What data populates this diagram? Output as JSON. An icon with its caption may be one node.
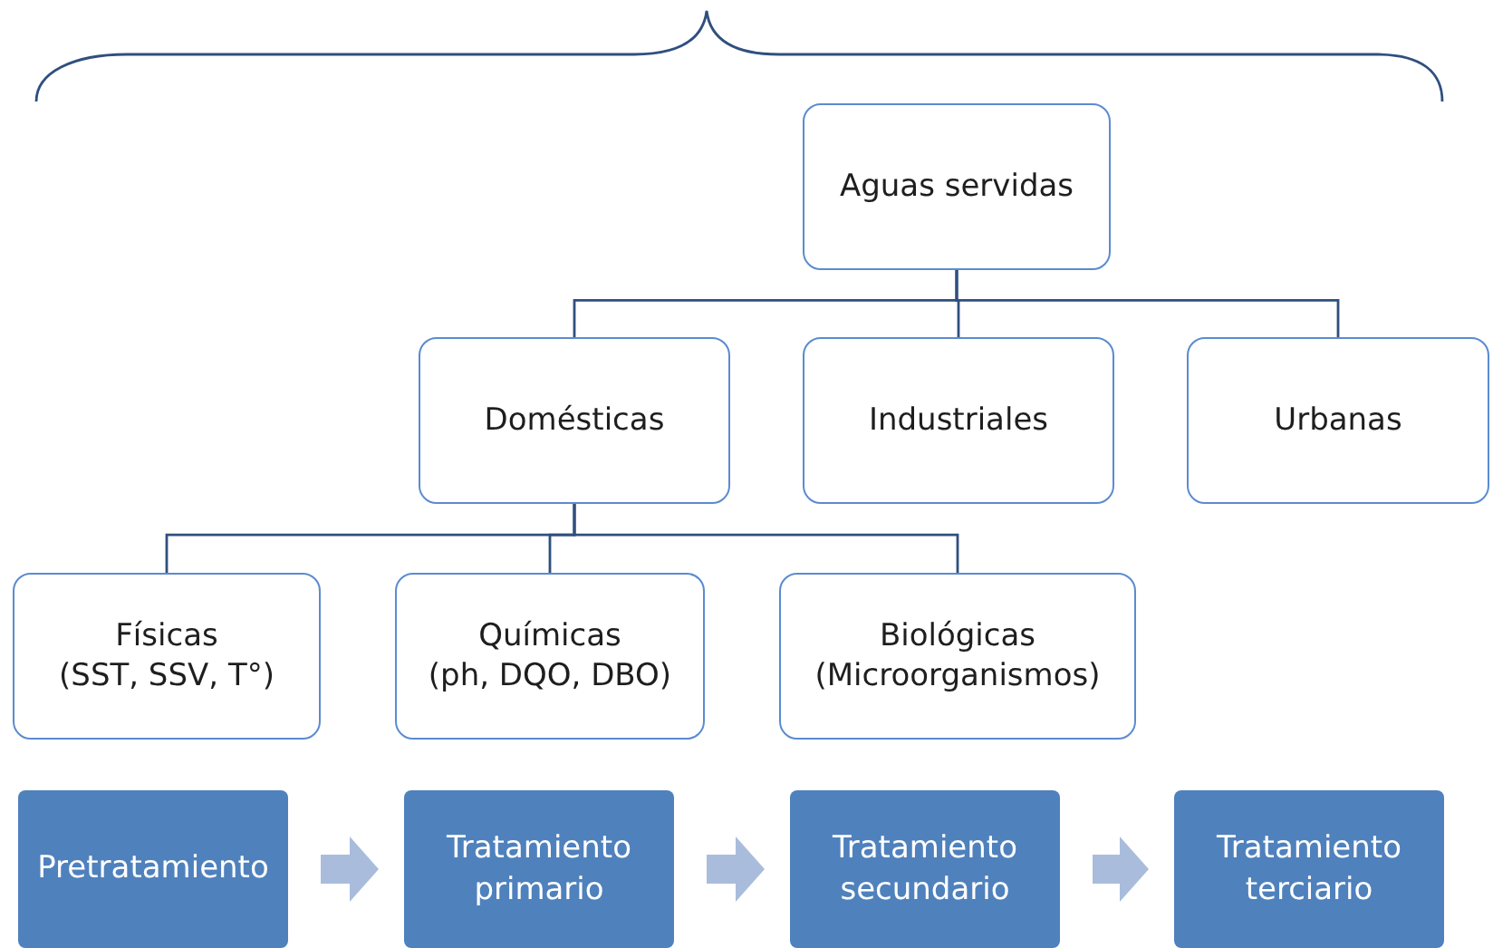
{
  "diagram": {
    "nodes": [
      {
        "text": [
          "Aguas servidas"
        ]
      },
      {
        "text": [
          "Domésticas"
        ]
      },
      {
        "text": [
          "Industriales"
        ]
      },
      {
        "text": [
          "Urbanas"
        ]
      },
      {
        "text": [
          "Físicas",
          "(SST, SSV, T°)"
        ]
      },
      {
        "text": [
          "Químicas",
          "(ph, DQO, DBO)"
        ]
      },
      {
        "text": [
          "Biológicas",
          "(Microorganismos)"
        ]
      },
      {
        "text": [
          "Pretratamiento"
        ]
      },
      {
        "text": [
          "Tratamiento primario"
        ]
      },
      {
        "text": [
          "Tratamiento secundario"
        ]
      },
      {
        "text": [
          "Tratamiento terciario"
        ]
      }
    ],
    "edges": [
      {
        "from": 0,
        "to": 1,
        "arrow": "none"
      },
      {
        "from": 0,
        "to": 2,
        "arrow": "none"
      },
      {
        "from": 0,
        "to": 3,
        "arrow": "none"
      },
      {
        "from": 1,
        "to": 4,
        "arrow": "none"
      },
      {
        "from": 1,
        "to": 5,
        "arrow": "none"
      },
      {
        "from": 1,
        "to": 6,
        "arrow": "none"
      },
      {
        "from": 7,
        "to": 8,
        "arrow": "to",
        "style": "thick",
        "color": "#a9bcdc"
      },
      {
        "from": 8,
        "to": 9,
        "arrow": "to",
        "style": "thick",
        "color": "#a9bcdc"
      },
      {
        "from": 9,
        "to": 10,
        "arrow": "to",
        "style": "thick",
        "color": "#a9bcdc"
      }
    ]
  }
}
